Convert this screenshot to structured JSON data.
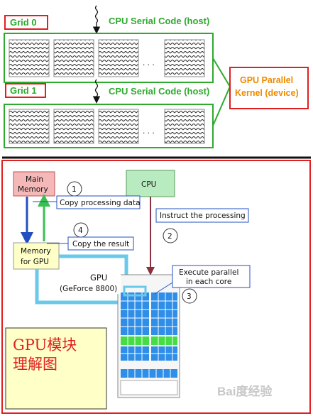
{
  "top": {
    "grid0_label": "Grid 0",
    "grid1_label": "Grid 1",
    "serial_label_1": "CPU Serial Code (host)",
    "serial_label_2": "CPU Serial Code (host)",
    "ellipsis": ". . .",
    "kernel_label_line1": "GPU Parallel",
    "kernel_label_line2": "Kernel (device)"
  },
  "bottom": {
    "main_memory_line1": "Main",
    "main_memory_line2": "Memory",
    "cpu_label": "CPU",
    "mem_gpu_line1": "Memory",
    "mem_gpu_line2": "for GPU",
    "gpu_line1": "GPU",
    "gpu_line2": "(GeForce 8800)",
    "steps": [
      {
        "num": "1",
        "text": "Copy processing data"
      },
      {
        "num": "2",
        "text": "Instruct the processing"
      },
      {
        "num": "3",
        "text_line1": "Execute parallel",
        "text_line2": "in each core"
      },
      {
        "num": "4",
        "text": "Copy the result"
      }
    ],
    "caption_line1": "GPU模块",
    "caption_line2": "理解图",
    "watermark": "Bai度经验"
  },
  "colors": {
    "green": "#2eaa2e",
    "red_border": "#e02020",
    "orange_text": "#f08a00",
    "memory_fill": "#f4b8b8",
    "cpu_fill": "#b8ecc0",
    "mem_gpu_fill": "#ffffc8",
    "caption_fill": "#ffffc8",
    "arrow_blue": "#2050c0",
    "arrow_green": "#38c050",
    "arrow_cyan": "#6ac8e8",
    "arrow_maroon": "#8a3040",
    "core_blue": "#2e8ee8",
    "core_green": "#44dd44"
  }
}
